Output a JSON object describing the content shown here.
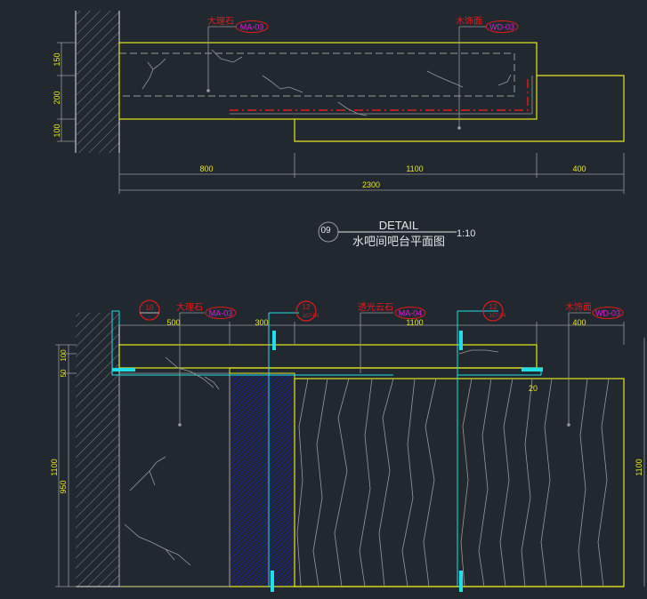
{
  "colors": {
    "background": "#212830",
    "yellow": "#e8e81c",
    "white": "#e6e6e6",
    "gray": "#9a9a9a",
    "red": "#e01b1b",
    "magenta": "#e01bd8",
    "cyan": "#1fe0e8",
    "blue_hatch": "#1a1ae0"
  },
  "plan": {
    "tag_left": {
      "label": "大理石",
      "code": "MA-03"
    },
    "tag_right": {
      "label": "木饰面",
      "code": "WD-03"
    },
    "vdims": [
      "150",
      "200",
      "100"
    ],
    "hdims": [
      "800",
      "1100",
      "400"
    ],
    "total": "2300"
  },
  "title_block": {
    "number": "09",
    "title": "DETAIL",
    "subtitle": "水吧间吧台平面图",
    "scale": "1:10"
  },
  "elevation": {
    "sections": [
      {
        "num": "10",
        "sheet": ""
      },
      {
        "num": "12",
        "sheet": "107-04"
      },
      {
        "num": "12",
        "sheet": "107-04"
      }
    ],
    "tag1": {
      "label": "大理石",
      "code": "MA-03"
    },
    "tag2": {
      "label": "透光云石",
      "code": "MA-04"
    },
    "tag3": {
      "label": "木饰面",
      "code": "WD-03"
    },
    "top_dims": [
      "500",
      "300",
      "1100",
      "400"
    ],
    "left_dims": [
      "50",
      "100",
      "950",
      "1100"
    ],
    "right_dim": "1100",
    "small_dim": "20"
  }
}
